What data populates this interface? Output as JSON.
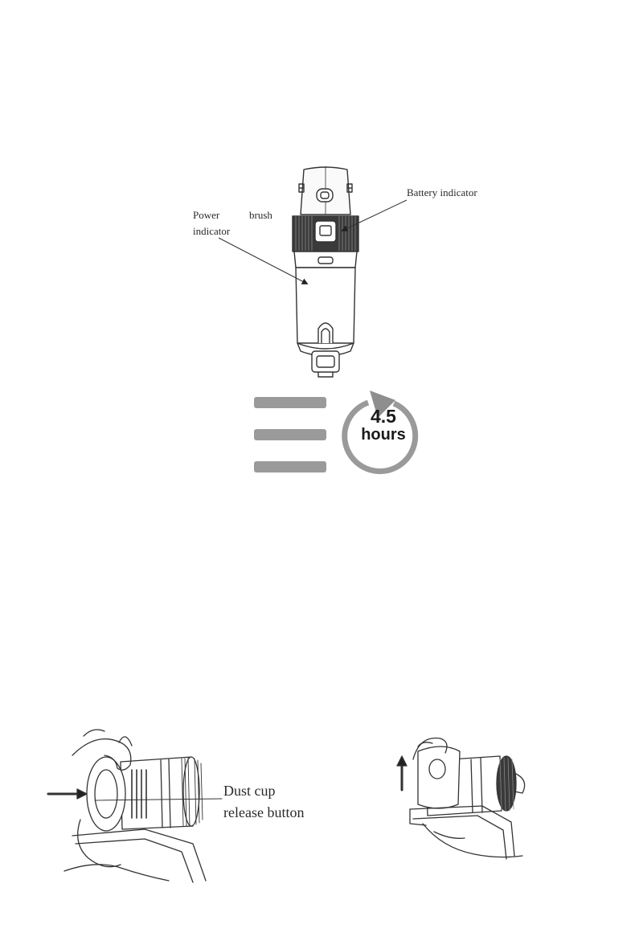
{
  "figure_top": {
    "battery_label": "Battery indicator",
    "power_label_word1": "Power",
    "power_label_word2": "brush",
    "power_label_line2": "indicator"
  },
  "charge": {
    "bar_count": 3,
    "bar_color": "#9a9a9a",
    "time_value": "4.5",
    "time_unit": "hours",
    "ring_color": "#9a9a9a"
  },
  "figure_bottom": {
    "release_label_line1": "Dust cup",
    "release_label_line2": "release button"
  }
}
